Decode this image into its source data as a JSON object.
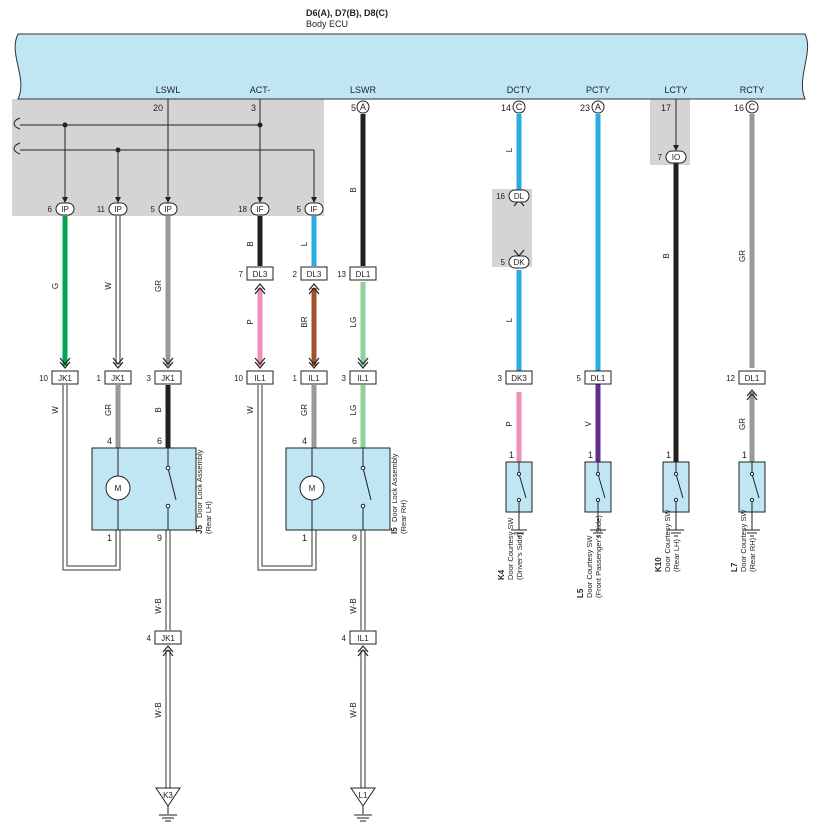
{
  "header": {
    "connector_codes": "D6(A), D7(B), D8(C)",
    "ecu_name": "Body ECU"
  },
  "colors": {
    "ecu_fill": "#bfe6f2",
    "shade": "#d4d4d4",
    "G": "#00a651",
    "W": "#ffffff",
    "GR": "#999999",
    "B": "#231f20",
    "L": "#29abe2",
    "P": "#ee8fb9",
    "BR": "#a0522d",
    "LG": "#8fd19e",
    "V": "#662d91",
    "WB": "#ffffff",
    "component_fill": "#bfe6f2"
  },
  "signals": [
    "LSWL",
    "ACT-",
    "LSWR",
    "DCTY",
    "PCTY",
    "LCTY",
    "RCTY"
  ],
  "ecu_pins": [
    {
      "num": "20",
      "letter": ""
    },
    {
      "num": "3",
      "letter": ""
    },
    {
      "num": "5",
      "letter": "A"
    },
    {
      "num": "14",
      "letter": "C"
    },
    {
      "num": "23",
      "letter": "A"
    },
    {
      "num": "17",
      "letter": ""
    },
    {
      "num": "16",
      "letter": "C"
    }
  ],
  "connectors": [
    {
      "pin": "6",
      "name": "IP"
    },
    {
      "pin": "11",
      "name": "IP"
    },
    {
      "pin": "5",
      "name": "IP"
    },
    {
      "pin": "18",
      "name": "IF"
    },
    {
      "pin": "5",
      "name": "IF"
    },
    {
      "pin": "7",
      "name": "DL3"
    },
    {
      "pin": "2",
      "name": "DL3"
    },
    {
      "pin": "13",
      "name": "DL1"
    },
    {
      "pin": "10",
      "name": "JK1"
    },
    {
      "pin": "1",
      "name": "JK1"
    },
    {
      "pin": "3",
      "name": "JK1"
    },
    {
      "pin": "10",
      "name": "IL1"
    },
    {
      "pin": "1",
      "name": "IL1"
    },
    {
      "pin": "3",
      "name": "IL1"
    },
    {
      "pin": "16",
      "name": "DL"
    },
    {
      "pin": "5",
      "name": "DK"
    },
    {
      "pin": "3",
      "name": "DK3"
    },
    {
      "pin": "5",
      "name": "DL1"
    },
    {
      "pin": "7",
      "name": "IO"
    },
    {
      "pin": "12",
      "name": "DL1"
    },
    {
      "pin": "4",
      "name": "JK1"
    },
    {
      "pin": "4",
      "name": "IL1"
    }
  ],
  "wire_codes": [
    "G",
    "W",
    "GR",
    "B",
    "L",
    "B",
    "L",
    "L",
    "B",
    "GR",
    "P",
    "BR",
    "LG",
    "W",
    "GR",
    "B",
    "W",
    "GR",
    "LG",
    "P",
    "V",
    "GR",
    "W-B",
    "W-B",
    "W-B",
    "W-B"
  ],
  "components": [
    {
      "code": "J5",
      "name": "Door Lock Assembly",
      "side": "(Rear LH)",
      "motor": "M",
      "pins": [
        "4",
        "6",
        "1",
        "9"
      ]
    },
    {
      "code": "I5",
      "name": "Door Lock Assembly",
      "side": "(Rear RH)",
      "motor": "M",
      "pins": [
        "4",
        "6",
        "1",
        "9"
      ]
    }
  ],
  "switches": [
    {
      "code": "K4",
      "name": "Door Courtesy SW",
      "side": "(Driver's Side)",
      "pin": "1"
    },
    {
      "code": "L5",
      "name": "Door Courtesy SW",
      "side": "(Front Passenger's Side)",
      "pin": "1"
    },
    {
      "code": "K10",
      "name": "Door Courtesy SW",
      "side": "(Rear LH)",
      "pin": "1"
    },
    {
      "code": "L7",
      "name": "Door Courtesy SW",
      "side": "(Rear RH)",
      "pin": "1"
    }
  ],
  "grounds": [
    "K3",
    "L1"
  ]
}
